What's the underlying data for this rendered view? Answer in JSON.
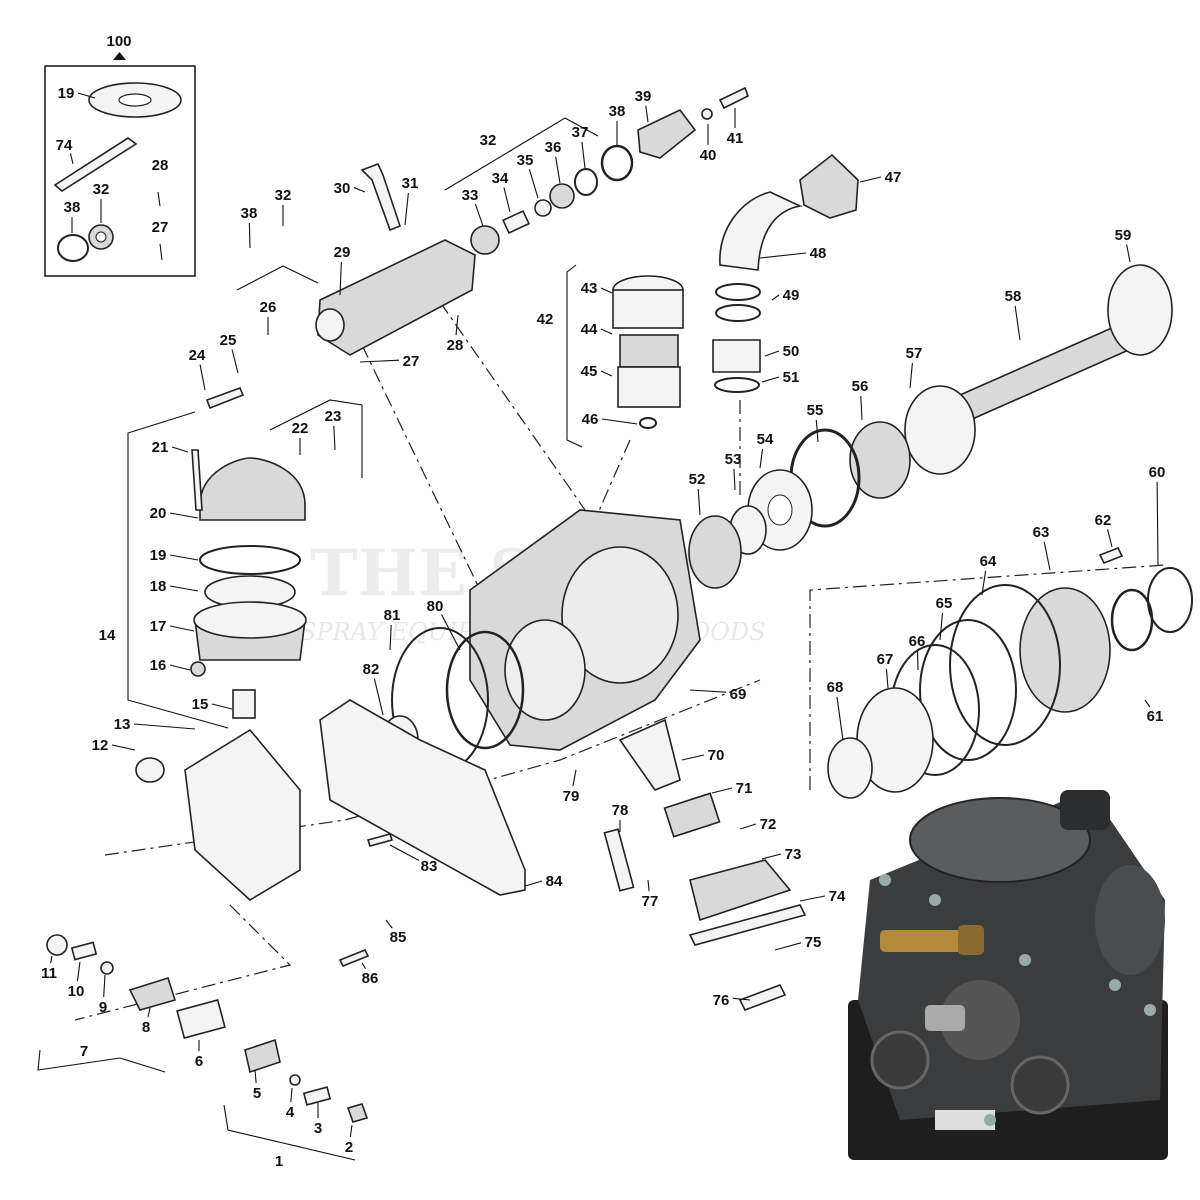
{
  "watermark": {
    "main": "THE SHOP",
    "sub": "SPRAY EQUIPMENT & FARM GOODS"
  },
  "parts": [
    {
      "id": "100",
      "text": "100"
    },
    {
      "id": "19a",
      "text": "19"
    },
    {
      "id": "74a",
      "text": "74"
    },
    {
      "id": "28a",
      "text": "28"
    },
    {
      "id": "32a",
      "text": "32"
    },
    {
      "id": "38a",
      "text": "38"
    },
    {
      "id": "27a",
      "text": "27"
    },
    {
      "id": "30",
      "text": "30"
    },
    {
      "id": "31",
      "text": "31"
    },
    {
      "id": "32b",
      "text": "32"
    },
    {
      "id": "33",
      "text": "33"
    },
    {
      "id": "34",
      "text": "34"
    },
    {
      "id": "35",
      "text": "35"
    },
    {
      "id": "36",
      "text": "36"
    },
    {
      "id": "37",
      "text": "37"
    },
    {
      "id": "38b",
      "text": "38"
    },
    {
      "id": "39",
      "text": "39"
    },
    {
      "id": "40",
      "text": "40"
    },
    {
      "id": "41",
      "text": "41"
    },
    {
      "id": "47",
      "text": "47"
    },
    {
      "id": "48",
      "text": "48"
    },
    {
      "id": "49",
      "text": "49"
    },
    {
      "id": "50",
      "text": "50"
    },
    {
      "id": "51",
      "text": "51"
    },
    {
      "id": "59",
      "text": "59"
    },
    {
      "id": "58",
      "text": "58"
    },
    {
      "id": "57",
      "text": "57"
    },
    {
      "id": "56",
      "text": "56"
    },
    {
      "id": "55",
      "text": "55"
    },
    {
      "id": "54",
      "text": "54"
    },
    {
      "id": "53",
      "text": "53"
    },
    {
      "id": "52",
      "text": "52"
    },
    {
      "id": "42",
      "text": "42"
    },
    {
      "id": "43",
      "text": "43"
    },
    {
      "id": "44",
      "text": "44"
    },
    {
      "id": "45",
      "text": "45"
    },
    {
      "id": "46",
      "text": "46"
    },
    {
      "id": "38c",
      "text": "38"
    },
    {
      "id": "32c",
      "text": "32"
    },
    {
      "id": "29",
      "text": "29"
    },
    {
      "id": "26",
      "text": "26"
    },
    {
      "id": "25",
      "text": "25"
    },
    {
      "id": "24",
      "text": "24"
    },
    {
      "id": "27b",
      "text": "27"
    },
    {
      "id": "28b",
      "text": "28"
    },
    {
      "id": "21",
      "text": "21"
    },
    {
      "id": "22",
      "text": "22"
    },
    {
      "id": "23",
      "text": "23"
    },
    {
      "id": "20",
      "text": "20"
    },
    {
      "id": "19b",
      "text": "19"
    },
    {
      "id": "18",
      "text": "18"
    },
    {
      "id": "17",
      "text": "17"
    },
    {
      "id": "14",
      "text": "14"
    },
    {
      "id": "16",
      "text": "16"
    },
    {
      "id": "15",
      "text": "15"
    },
    {
      "id": "13",
      "text": "13"
    },
    {
      "id": "12",
      "text": "12"
    },
    {
      "id": "81",
      "text": "81"
    },
    {
      "id": "80",
      "text": "80"
    },
    {
      "id": "82",
      "text": "82"
    },
    {
      "id": "69",
      "text": "69"
    },
    {
      "id": "70",
      "text": "70"
    },
    {
      "id": "79",
      "text": "79"
    },
    {
      "id": "71",
      "text": "71"
    },
    {
      "id": "78",
      "text": "78"
    },
    {
      "id": "72",
      "text": "72"
    },
    {
      "id": "73",
      "text": "73"
    },
    {
      "id": "77",
      "text": "77"
    },
    {
      "id": "74b",
      "text": "74"
    },
    {
      "id": "75",
      "text": "75"
    },
    {
      "id": "76",
      "text": "76"
    },
    {
      "id": "83",
      "text": "83"
    },
    {
      "id": "84",
      "text": "84"
    },
    {
      "id": "85",
      "text": "85"
    },
    {
      "id": "86",
      "text": "86"
    },
    {
      "id": "60",
      "text": "60"
    },
    {
      "id": "62",
      "text": "62"
    },
    {
      "id": "63",
      "text": "63"
    },
    {
      "id": "64",
      "text": "64"
    },
    {
      "id": "65",
      "text": "65"
    },
    {
      "id": "66",
      "text": "66"
    },
    {
      "id": "67",
      "text": "67"
    },
    {
      "id": "68",
      "text": "68"
    },
    {
      "id": "61",
      "text": "61"
    },
    {
      "id": "11",
      "text": "11"
    },
    {
      "id": "10",
      "text": "10"
    },
    {
      "id": "9",
      "text": "9"
    },
    {
      "id": "8",
      "text": "8"
    },
    {
      "id": "7",
      "text": "7"
    },
    {
      "id": "6",
      "text": "6"
    },
    {
      "id": "5",
      "text": "5"
    },
    {
      "id": "4",
      "text": "4"
    },
    {
      "id": "3",
      "text": "3"
    },
    {
      "id": "2",
      "text": "2"
    },
    {
      "id": "1",
      "text": "1"
    }
  ]
}
